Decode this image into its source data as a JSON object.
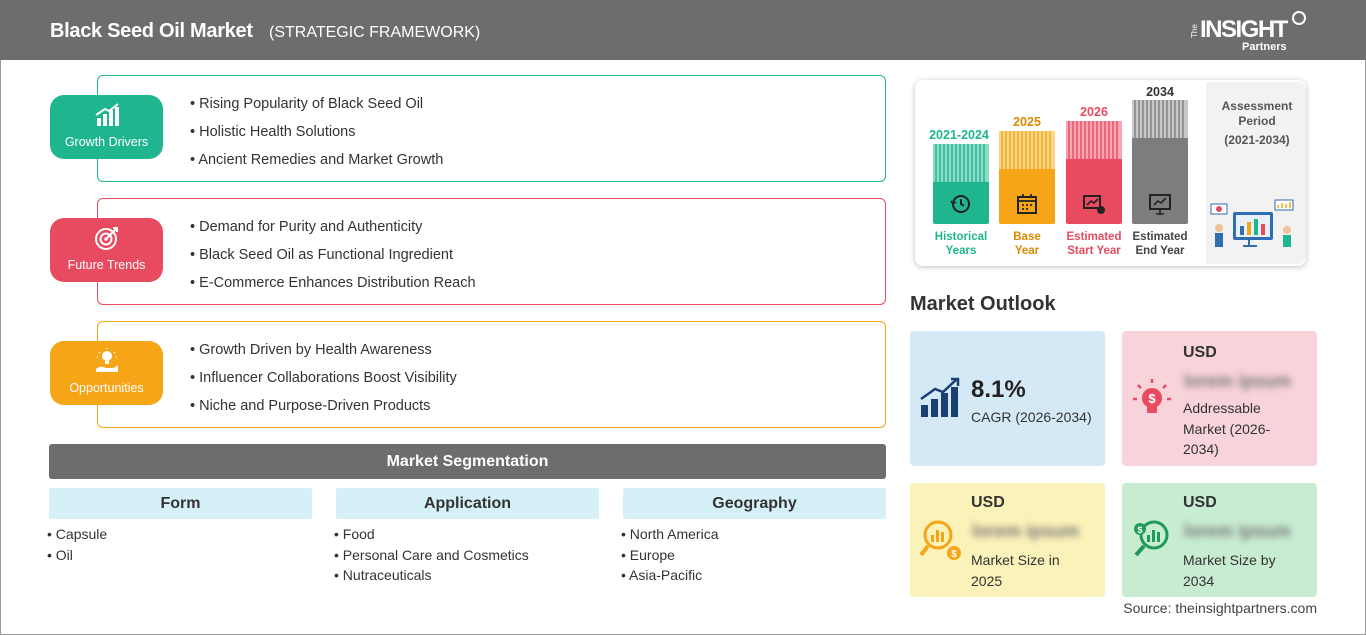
{
  "header": {
    "title": "Black Seed Oil Market",
    "subtitle": "(STRATEGIC FRAMEWORK)",
    "logo": {
      "the": "The",
      "insight": "INSIGHT",
      "partners": "Partners"
    }
  },
  "sections": [
    {
      "badge": "Growth Drivers",
      "color": "#1fb58f",
      "icon": "bar-growth-icon",
      "items": [
        "Rising Popularity of Black Seed Oil",
        "Holistic Health Solutions",
        "Ancient Remedies and Market Growth"
      ]
    },
    {
      "badge": "Future Trends",
      "color": "#e84a5f",
      "icon": "target-icon",
      "items": [
        "Demand for Purity and Authenticity",
        "Black Seed Oil as Functional Ingredient",
        "E-Commerce Enhances Distribution Reach"
      ]
    },
    {
      "badge": "Opportunities",
      "color": "#f5a516",
      "icon": "lightbulb-hand-icon",
      "items": [
        "Growth Driven by Health Awareness",
        "Influencer Collaborations Boost Visibility",
        "Niche and Purpose-Driven Products"
      ]
    }
  ],
  "segmentation": {
    "title": "Market Segmentation",
    "columns": [
      {
        "heading": "Form",
        "items": [
          "Capsule",
          "Oil"
        ]
      },
      {
        "heading": "Application",
        "items": [
          "Food",
          "Personal Care and Cosmetics",
          "Nutraceuticals"
        ]
      },
      {
        "heading": "Geography",
        "items": [
          "North America",
          "Europe",
          "Asia-Pacific"
        ]
      }
    ]
  },
  "timeline": {
    "bars": [
      {
        "year": "2021-2024",
        "caption1": "Historical",
        "caption2": "Years",
        "color": "#1fb58f",
        "icon": "history-icon"
      },
      {
        "year": "2025",
        "caption1": "Base",
        "caption2": "Year",
        "color": "#f5a516",
        "icon": "calendar-icon"
      },
      {
        "year": "2026",
        "caption1": "Estimated",
        "caption2": "Start Year",
        "color": "#e84a5f",
        "icon": "chart-start-icon"
      },
      {
        "year": "2034",
        "caption1": "Estimated",
        "caption2": "End Year",
        "color": "#7d7d7d",
        "icon": "presentation-icon"
      }
    ],
    "assessment": {
      "line1": "Assessment",
      "line2": "Period",
      "line3": "(2021-2034)"
    }
  },
  "outlook": {
    "title": "Market Outlook",
    "cagr": {
      "value": "8.1%",
      "label": "CAGR (2026-2034)",
      "color": "#d4e8f5"
    },
    "addressable": {
      "usd": "USD",
      "value": "lorem ipsum",
      "label_lines": [
        "Addressable",
        "Market (2026-",
        "2034)"
      ],
      "color": "#f8d3da"
    },
    "size2025": {
      "usd": "USD",
      "value": "lorem ipsum",
      "label_lines": [
        "Market Size in",
        "2025"
      ],
      "color": "#fbf2b9"
    },
    "size2034": {
      "usd": "USD",
      "value": "lorem ipsum",
      "label_lines": [
        "Market Size by",
        "2034"
      ],
      "color": "#c7ecd2"
    }
  },
  "source": "Source: theinsightpartners.com"
}
